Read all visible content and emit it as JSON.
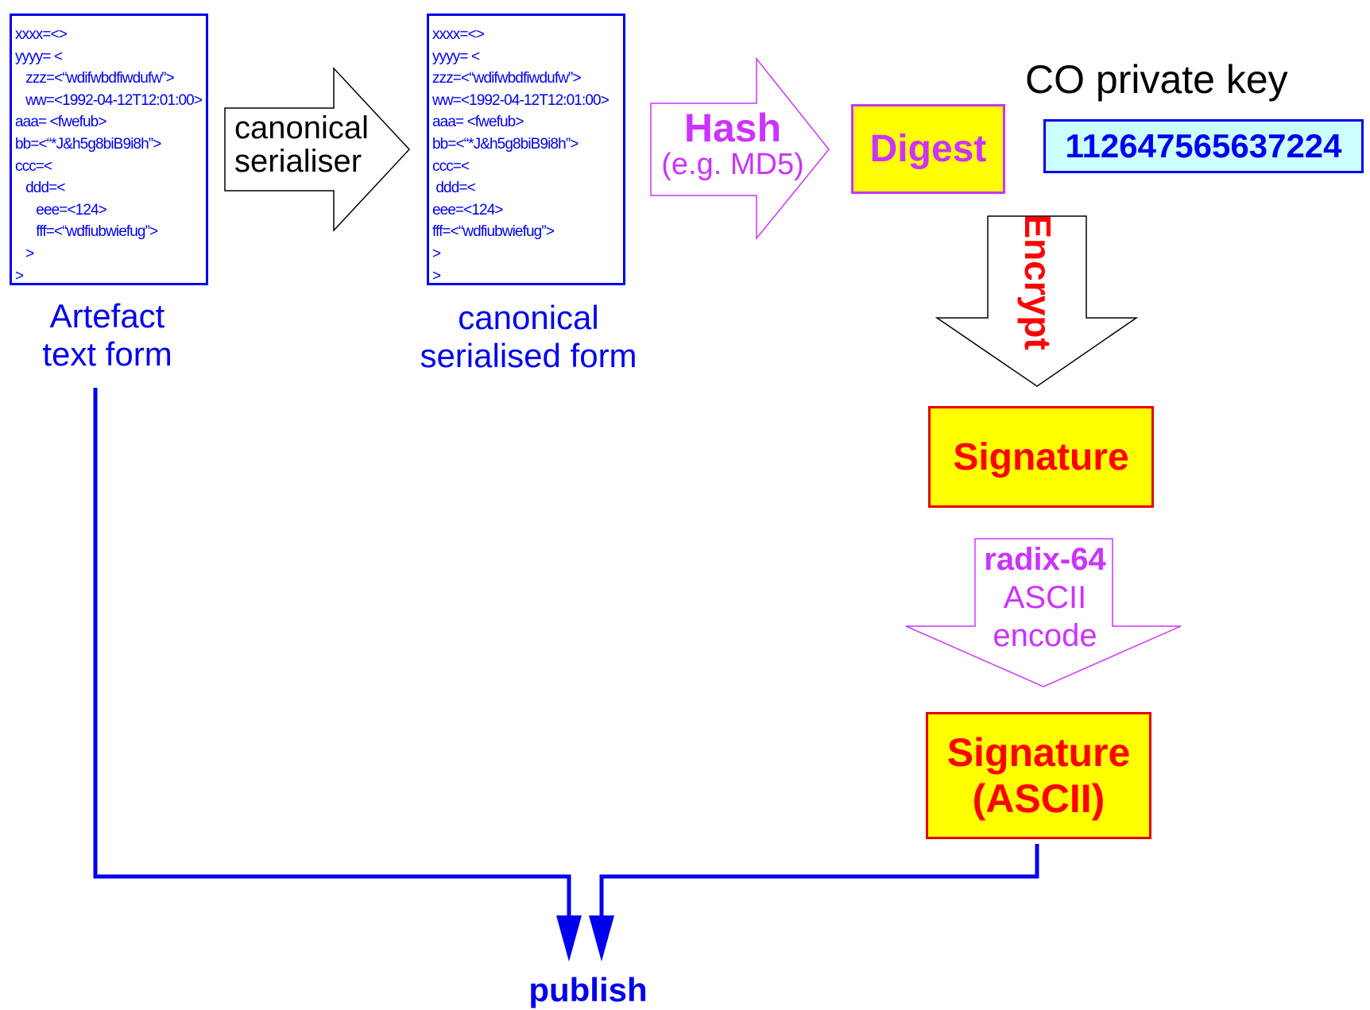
{
  "artefact": {
    "lines": [
      "xxxx=<>",
      "yyyy= <",
      "   zzz=<“wdifwbdfiwdufw”>",
      "   ww=<1992-04-12T12:01:00>",
      "aaa= <fwefub>",
      "bb=<“*J&h5g8biB9i8h”>",
      "ccc=<",
      "   ddd=<",
      "      eee=<124>",
      "      fff=<“wdfiubwiefug”>",
      "   >",
      ">"
    ],
    "caption_line1": "Artefact",
    "caption_line2": "text form"
  },
  "serialiser": {
    "line1": "canonical",
    "line2": "serialiser"
  },
  "canonical": {
    "lines": [
      "xxxx=<>",
      "yyyy= <",
      "zzz=<“wdifwbdfiwdufw”>",
      "ww=<1992-04-12T12:01:00>",
      "aaa= <fwefub>",
      "bb=<“*J&h5g8biB9i8h”>",
      "ccc=<",
      " ddd=<",
      "eee=<124>",
      "fff=<“wdfiubwiefug”>",
      ">",
      ">"
    ],
    "caption_line1": "canonical",
    "caption_line2": "serialised form"
  },
  "hash": {
    "title": "Hash",
    "subtitle": "(e.g. MD5)"
  },
  "digest": {
    "label": "Digest"
  },
  "private_key": {
    "title": "CO private key",
    "value": "112647565637224"
  },
  "encrypt": {
    "label": "Encrypt"
  },
  "signature": {
    "label": "Signature"
  },
  "encode": {
    "line1": "radix-64",
    "line2": "ASCII",
    "line3": "encode"
  },
  "signature_ascii": {
    "line1": "Signature",
    "line2": "(ASCII)"
  },
  "publish": {
    "label": "publish"
  },
  "colors": {
    "blue": "#0000ee",
    "red": "#ff0000",
    "yellow": "#ffff00",
    "magenta": "#cc33ff",
    "cyan": "#ccffff"
  }
}
